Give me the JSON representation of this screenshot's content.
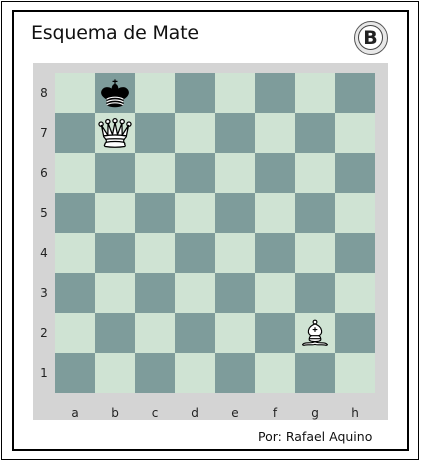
{
  "header": {
    "title": "Esquema de Mate",
    "badge_letter": "B"
  },
  "board": {
    "ranks": [
      "8",
      "7",
      "6",
      "5",
      "4",
      "3",
      "2",
      "1"
    ],
    "files": [
      "a",
      "b",
      "c",
      "d",
      "e",
      "f",
      "g",
      "h"
    ],
    "colors": {
      "light": "#cfe3d3",
      "dark": "#7e9c9b",
      "frame": "#d4d4d4"
    },
    "pieces": [
      {
        "square": "b8",
        "color": "black",
        "type": "king",
        "icon": "black-king-icon"
      },
      {
        "square": "b7",
        "color": "white",
        "type": "queen",
        "icon": "white-queen-icon"
      },
      {
        "square": "g2",
        "color": "white",
        "type": "bishop",
        "icon": "white-bishop-icon"
      }
    ]
  },
  "footer": {
    "author": "Por: Rafael Aquino"
  }
}
